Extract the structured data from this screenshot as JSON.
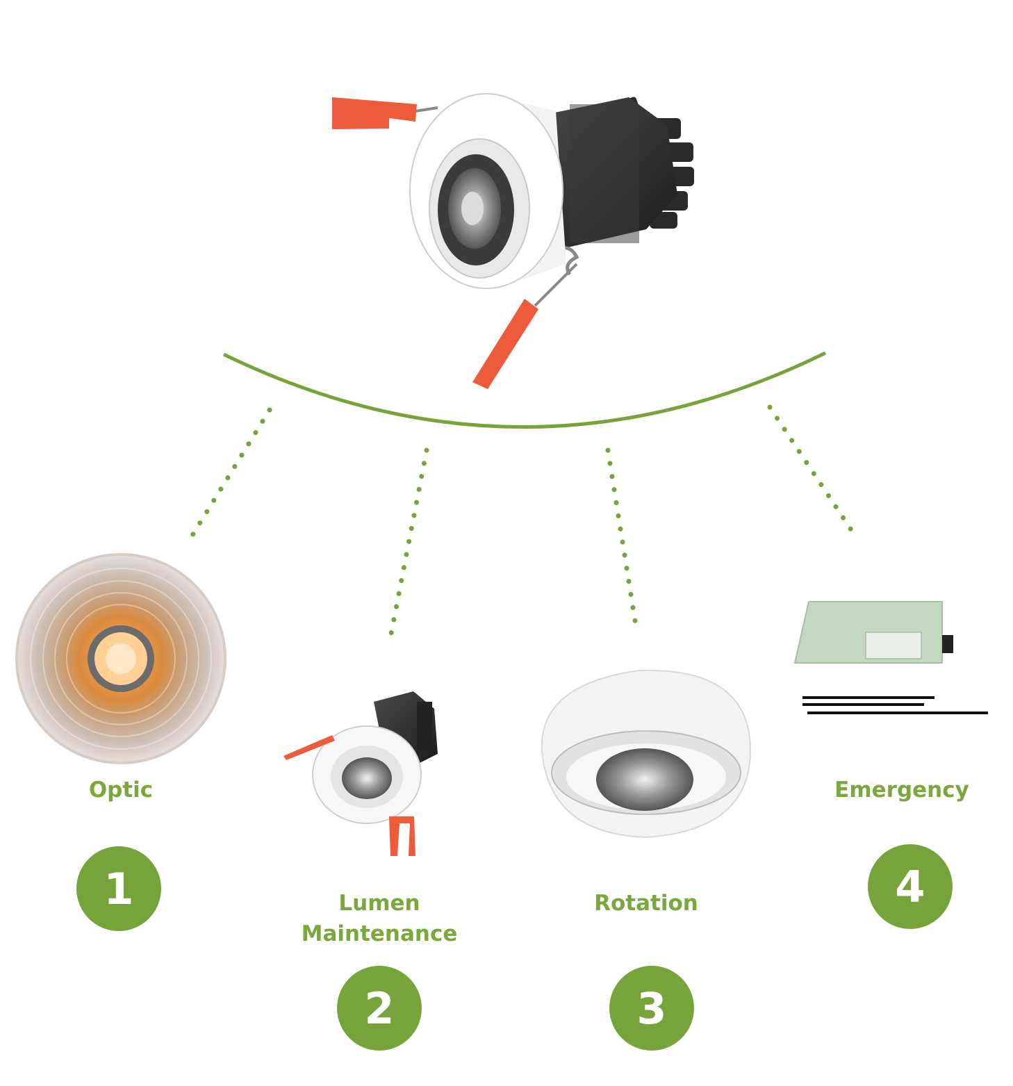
{
  "accent_color": "#7aa83c",
  "badge_color": "#76a43a",
  "features": [
    {
      "number": "1",
      "label": "Optic",
      "icon": "cob-led-reflector-image"
    },
    {
      "number": "2",
      "label": "Lumen Maintenance",
      "label_lines": [
        "Lumen",
        "Maintenance"
      ],
      "icon": "downlight-product-image"
    },
    {
      "number": "3",
      "label": "Rotation",
      "icon": "tilted-bezel-image"
    },
    {
      "number": "4",
      "label": "Emergency",
      "icon": "emergency-driver-image"
    }
  ],
  "main_product": {
    "icon": "recessed-led-downlight-image"
  }
}
